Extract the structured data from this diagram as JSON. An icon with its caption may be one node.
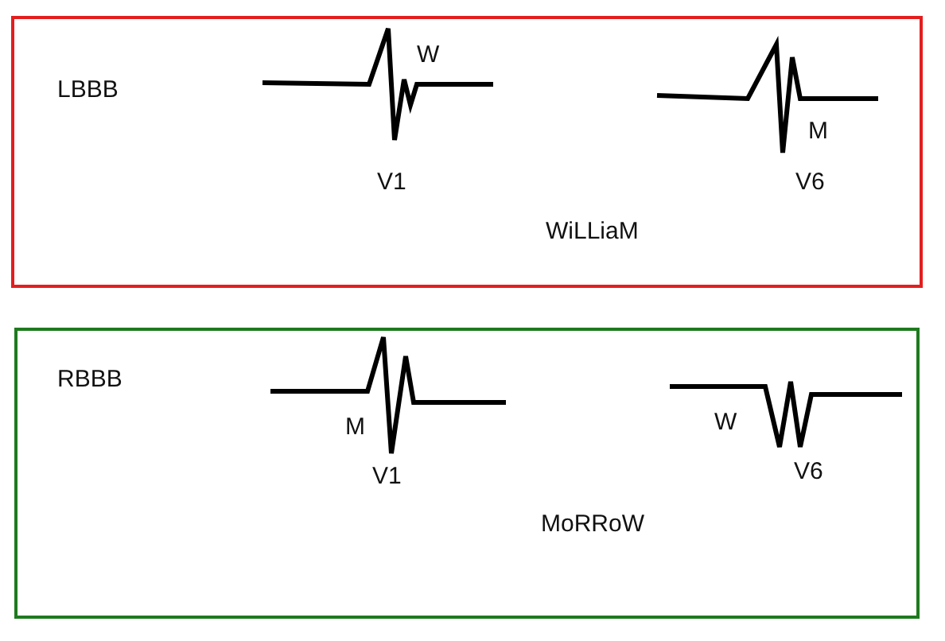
{
  "diagram": {
    "nodes": [
      {
        "text": [
          "LBBB"
        ]
      },
      {
        "text": [
          "RBBB"
        ]
      }
    ],
    "labels": [
      "W",
      "V1",
      "M",
      "V6",
      "WiLLiaM",
      "M",
      "V1",
      "W",
      "V6",
      "MoRRoW"
    ]
  }
}
